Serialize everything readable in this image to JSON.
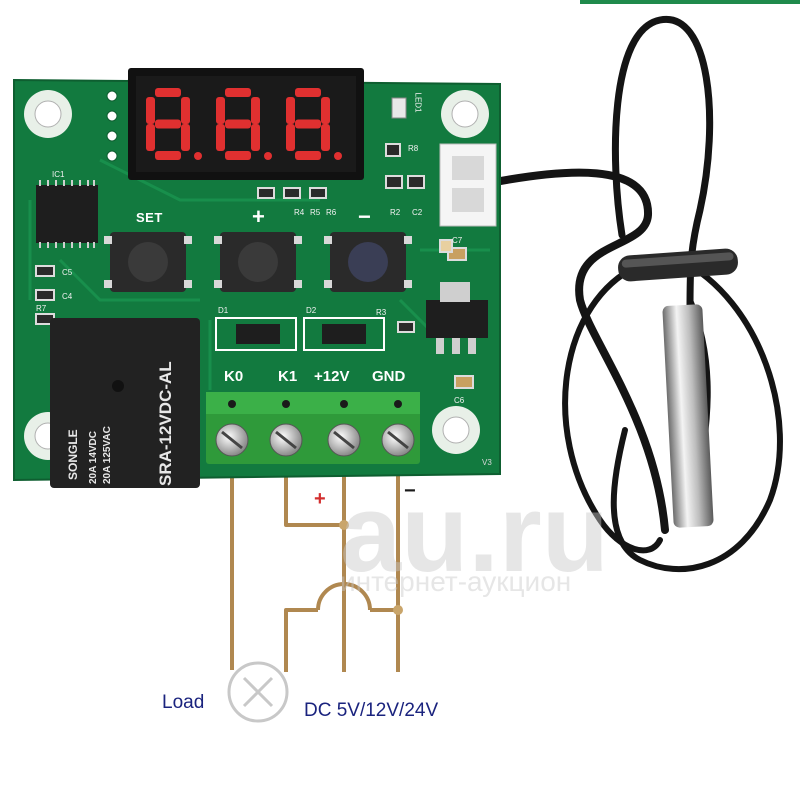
{
  "board": {
    "display_digits": "888",
    "buttons": {
      "set": "SET",
      "up": "+",
      "down": "−"
    },
    "terminals": [
      "K0",
      "K1",
      "+12V",
      "GND"
    ],
    "components": {
      "ic": "IC1",
      "led": "LED1",
      "caps": [
        "C5",
        "C4",
        "C7",
        "C6",
        "C2"
      ],
      "resistors": [
        "R4",
        "R5",
        "R6",
        "R2",
        "R8",
        "R3",
        "R7"
      ],
      "diodes": [
        "D1",
        "D2"
      ],
      "version": "V3"
    },
    "relay": {
      "brand": "SONGLE",
      "model": "SRA-12VDC-AL",
      "rating_line1": "20A 14VDC",
      "rating_line2": "20A 125VAC"
    }
  },
  "wiring": {
    "plus": "+",
    "minus": "−",
    "load": "Load",
    "supply": "DC 5V/12V/24V"
  },
  "watermark": {
    "domain": "au.ru",
    "subtitle": "интернет-аукцион"
  },
  "colors": {
    "pcb": "#127a3f",
    "trace": "#b08850",
    "terminal": "#2f9a3a",
    "relay": "#222222",
    "display_segment": "#e03030",
    "cable": "#141414",
    "label_text": "#1a237e",
    "plus_sign": "#d32f2f"
  }
}
